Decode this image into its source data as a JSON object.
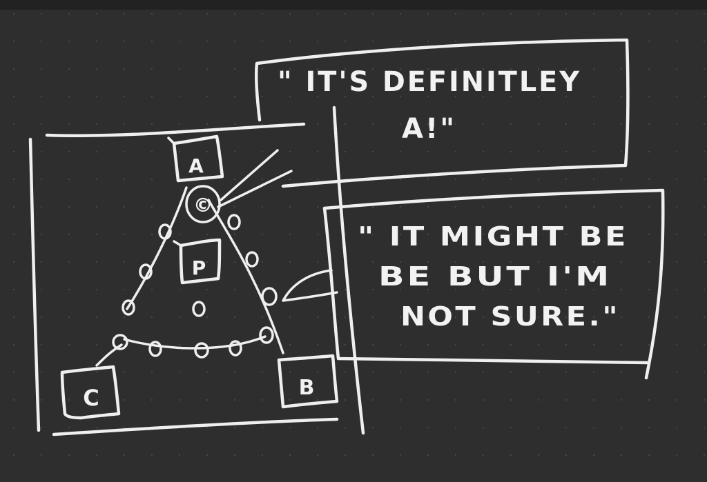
{
  "nodes": {
    "a": "A",
    "b": "B",
    "c": "C",
    "p": "P"
  },
  "marker_symbol": "©",
  "bubbles": {
    "top": {
      "line1": "\" IT'S DEFINITLEY",
      "line2": "A!\""
    },
    "bottom": {
      "line1": "\" IT MIGHT BE",
      "line2": "BE BUT I'M",
      "line3": "NOT SURE.\""
    }
  },
  "colors": {
    "background": "#2e2e2e",
    "chalk": "#efefef"
  }
}
